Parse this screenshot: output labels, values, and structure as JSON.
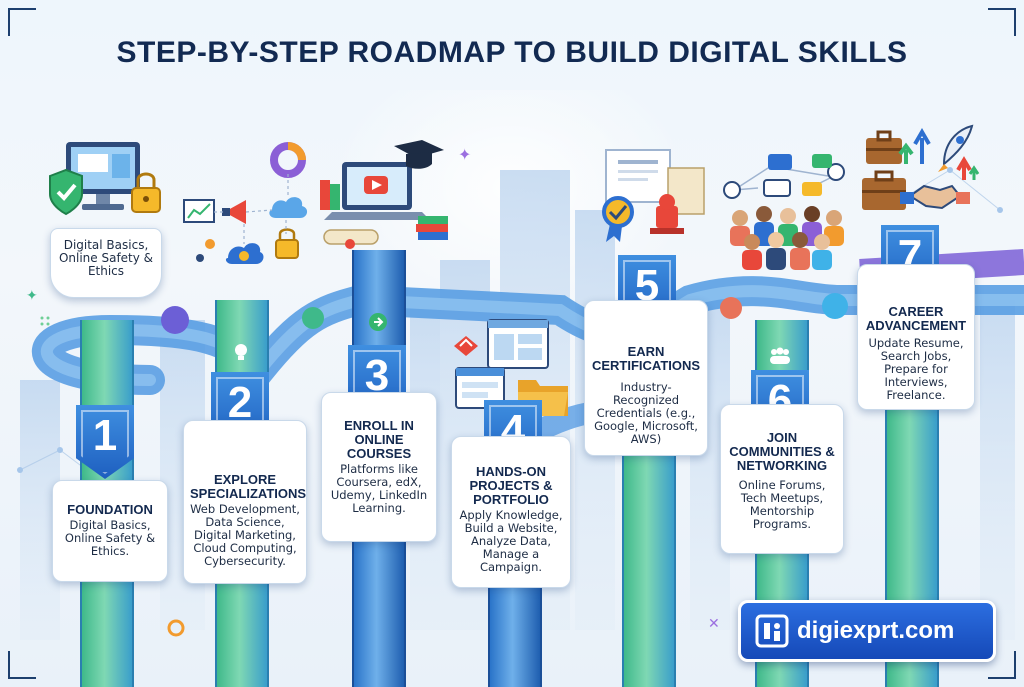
{
  "title": "STEP-BY-STEP ROADMAP TO BUILD DIGITAL SKILLS",
  "colors": {
    "title": "#122a52",
    "badge_blue": "#1e5fc0",
    "column_green": "#3fb98a",
    "road_blue": "#4a90d9",
    "road_purple": "#7a5fd6",
    "logo_bg": "#1549b8"
  },
  "steps": [
    {
      "number": "1",
      "top_label": "Digital Basics, Online Safety & Ethics",
      "heading": "FOUNDATION",
      "description": "Digital Basics, Online Safety & Ethics.",
      "icon": "computer-shield-lock-icon"
    },
    {
      "number": "2",
      "heading": "EXPLORE SPECIALIZATIONS",
      "description": "Web Development, Data Science, Digital Marketing, Cloud Computing, Cybersecurity.",
      "icon": "specialization-icons-cluster"
    },
    {
      "number": "3",
      "heading": "ENROLL IN ONLINE COURSES",
      "description": "Platforms like Coursera, edX, Udemy, LinkedIn Learning.",
      "icon": "laptop-graduation-cap-icon"
    },
    {
      "number": "4",
      "heading": "HANDS-ON PROJECTS & PORTFOLIO",
      "description": "Apply Knowledge, Build a Website, Analyze Data, Manage a Campaign.",
      "icon": "windows-folder-icon"
    },
    {
      "number": "5",
      "heading": "EARN CERTIFICATIONS",
      "description": "Industry-Recognized Credentials (e.g., Google, Microsoft, AWS)",
      "icon": "certificate-ribbon-icon"
    },
    {
      "number": "6",
      "heading": "JOIN COMMUNITIES & NETWORKING",
      "description": "Online Forums, Tech Meetups, Mentorship Programs.",
      "icon": "people-network-icon"
    },
    {
      "number": "7",
      "heading": "CAREER ADVANCEMENT",
      "description": "Update Resume, Search Jobs, Prepare for Interviews, Freelance.",
      "icon": "briefcase-rocket-handshake-icon"
    }
  ],
  "logo": {
    "text": "digiexprt.com",
    "icon": "digiexprt-logo-icon"
  }
}
